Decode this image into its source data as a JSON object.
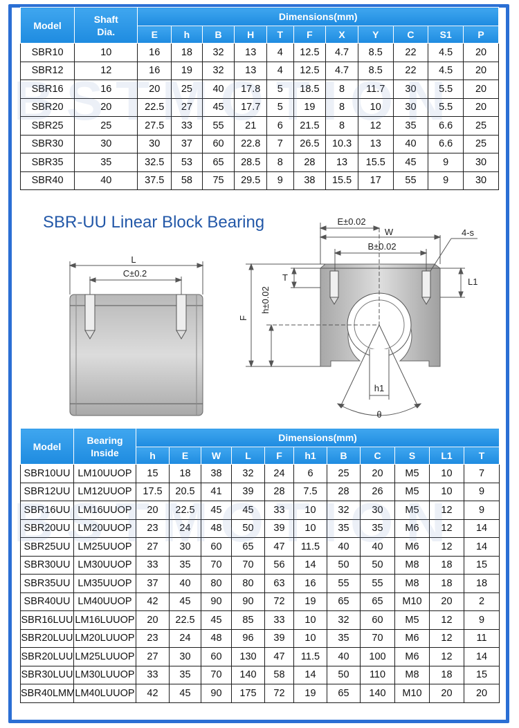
{
  "table1": {
    "headers": {
      "model": "Model",
      "shaft": "Shaft Dia.",
      "dimensions": "Dimensions(mm)",
      "cols": [
        "E",
        "h",
        "B",
        "H",
        "T",
        "F",
        "X",
        "Y",
        "C",
        "S1",
        "P"
      ]
    },
    "rows": [
      [
        "SBR10",
        "10",
        "16",
        "18",
        "32",
        "13",
        "4",
        "12.5",
        "4.7",
        "8.5",
        "22",
        "4.5",
        "20"
      ],
      [
        "SBR12",
        "12",
        "16",
        "19",
        "32",
        "13",
        "4",
        "12.5",
        "4.7",
        "8.5",
        "22",
        "4.5",
        "20"
      ],
      [
        "SBR16",
        "16",
        "20",
        "25",
        "40",
        "17.8",
        "5",
        "18.5",
        "8",
        "11.7",
        "30",
        "5.5",
        "20"
      ],
      [
        "SBR20",
        "20",
        "22.5",
        "27",
        "45",
        "17.7",
        "5",
        "19",
        "8",
        "10",
        "30",
        "5.5",
        "20"
      ],
      [
        "SBR25",
        "25",
        "27.5",
        "33",
        "55",
        "21",
        "6",
        "21.5",
        "8",
        "12",
        "35",
        "6.6",
        "25"
      ],
      [
        "SBR30",
        "30",
        "30",
        "37",
        "60",
        "22.8",
        "7",
        "26.5",
        "10.3",
        "13",
        "40",
        "6.6",
        "25"
      ],
      [
        "SBR35",
        "35",
        "32.5",
        "53",
        "65",
        "28.5",
        "8",
        "28",
        "13",
        "15.5",
        "45",
        "9",
        "30"
      ],
      [
        "SBR40",
        "40",
        "37.5",
        "58",
        "75",
        "29.5",
        "9",
        "38",
        "15.5",
        "17",
        "55",
        "9",
        "30"
      ]
    ]
  },
  "drawing": {
    "title": "SBR-UU Linear Block Bearing",
    "labels": {
      "L": "L",
      "C": "C±0.2",
      "E": "E±0.02",
      "W": "W",
      "B": "B±0.02",
      "S": "4-s",
      "T": "T",
      "h": "h±0.02",
      "F": "F",
      "L1": "L1",
      "h1": "h1",
      "theta": "θ"
    }
  },
  "table2": {
    "headers": {
      "model": "Model",
      "bearing": "Bearing Inside",
      "dimensions": "Dimensions(mm)",
      "cols": [
        "h",
        "E",
        "W",
        "L",
        "F",
        "h1",
        "B",
        "C",
        "S",
        "L1",
        "T"
      ]
    },
    "rows": [
      [
        "SBR10UU",
        "LM10UUOP",
        "15",
        "18",
        "38",
        "32",
        "24",
        "6",
        "25",
        "20",
        "M5",
        "10",
        "7"
      ],
      [
        "SBR12UU",
        "LM12UUOP",
        "17.5",
        "20.5",
        "41",
        "39",
        "28",
        "7.5",
        "28",
        "26",
        "M5",
        "10",
        "9"
      ],
      [
        "SBR16UU",
        "LM16UUOP",
        "20",
        "22.5",
        "45",
        "45",
        "33",
        "10",
        "32",
        "30",
        "M5",
        "12",
        "9"
      ],
      [
        "SBR20UU",
        "LM20UUOP",
        "23",
        "24",
        "48",
        "50",
        "39",
        "10",
        "35",
        "35",
        "M6",
        "12",
        "14"
      ],
      [
        "SBR25UU",
        "LM25UUOP",
        "27",
        "30",
        "60",
        "65",
        "47",
        "11.5",
        "40",
        "40",
        "M6",
        "12",
        "14"
      ],
      [
        "SBR30UU",
        "LM30UUOP",
        "33",
        "35",
        "70",
        "70",
        "56",
        "14",
        "50",
        "50",
        "M8",
        "18",
        "15"
      ],
      [
        "SBR35UU",
        "LM35UUOP",
        "37",
        "40",
        "80",
        "80",
        "63",
        "16",
        "55",
        "55",
        "M8",
        "18",
        "18"
      ],
      [
        "SBR40UU",
        "LM40UUOP",
        "42",
        "45",
        "90",
        "90",
        "72",
        "19",
        "65",
        "65",
        "M10",
        "20",
        "2"
      ],
      [
        "SBR16LUU",
        "LM16LUUOP",
        "20",
        "22.5",
        "45",
        "85",
        "33",
        "10",
        "32",
        "60",
        "M5",
        "12",
        "9"
      ],
      [
        "SBR20LUU",
        "LM20LUUOP",
        "23",
        "24",
        "48",
        "96",
        "39",
        "10",
        "35",
        "70",
        "M6",
        "12",
        "11"
      ],
      [
        "SBR20LUU",
        "LM25LUUOP",
        "27",
        "30",
        "60",
        "130",
        "47",
        "11.5",
        "40",
        "100",
        "M6",
        "12",
        "14"
      ],
      [
        "SBR30LUU",
        "LM30LUUOP",
        "33",
        "35",
        "70",
        "140",
        "58",
        "14",
        "50",
        "110",
        "M8",
        "18",
        "15"
      ],
      [
        "SBR40LMM",
        "LM40LUUOP",
        "42",
        "45",
        "90",
        "175",
        "72",
        "19",
        "65",
        "140",
        "M10",
        "20",
        "20"
      ]
    ]
  },
  "colors": {
    "frame": "#2b6fd4",
    "header": "#2a96e6",
    "title": "#2358a8"
  }
}
